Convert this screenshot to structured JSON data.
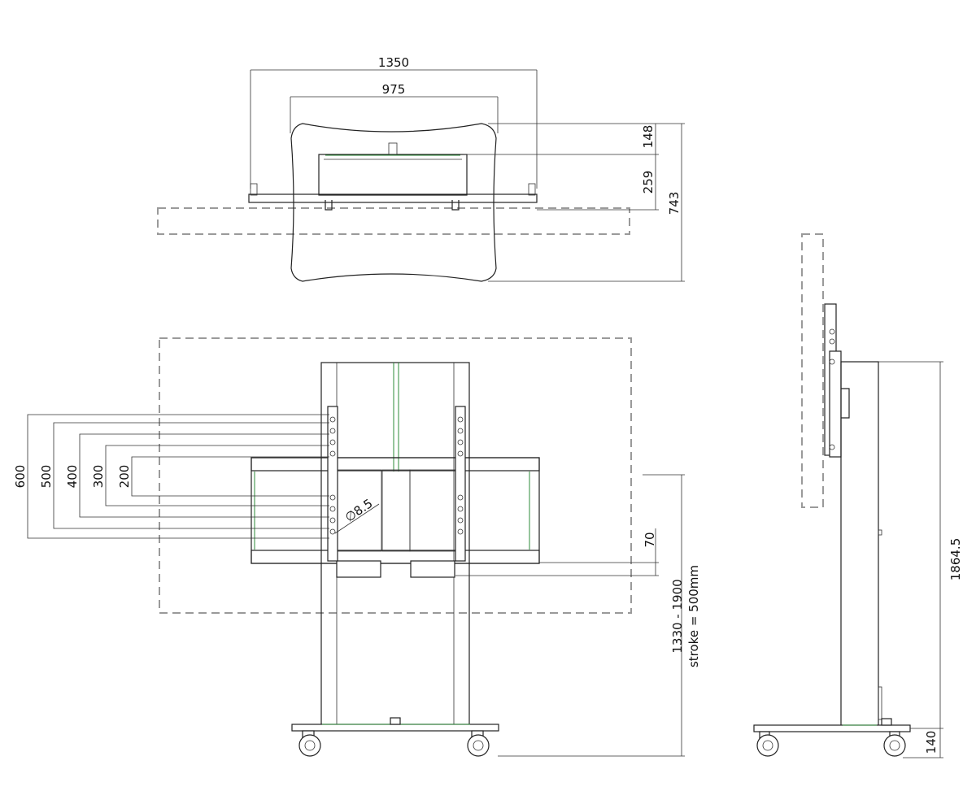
{
  "top_view": {
    "dim_overall_width": "1350",
    "dim_inner_width": "975",
    "dim_depth_148": "148",
    "dim_depth_259": "259",
    "dim_depth_743": "743"
  },
  "front_view": {
    "vesa_dims": [
      "600",
      "500",
      "400",
      "300",
      "200"
    ],
    "hole_diameter": "∅8.5",
    "dim_rail_70": "70",
    "dim_height_range": "1330 - 1900",
    "dim_stroke": "stroke = 500mm"
  },
  "side_view": {
    "dim_total_height": "1864.5",
    "dim_base_140": "140"
  },
  "colors": {
    "line": "#222222",
    "dashed": "#9a9a9a",
    "accent_green": "#2e8b3a"
  }
}
